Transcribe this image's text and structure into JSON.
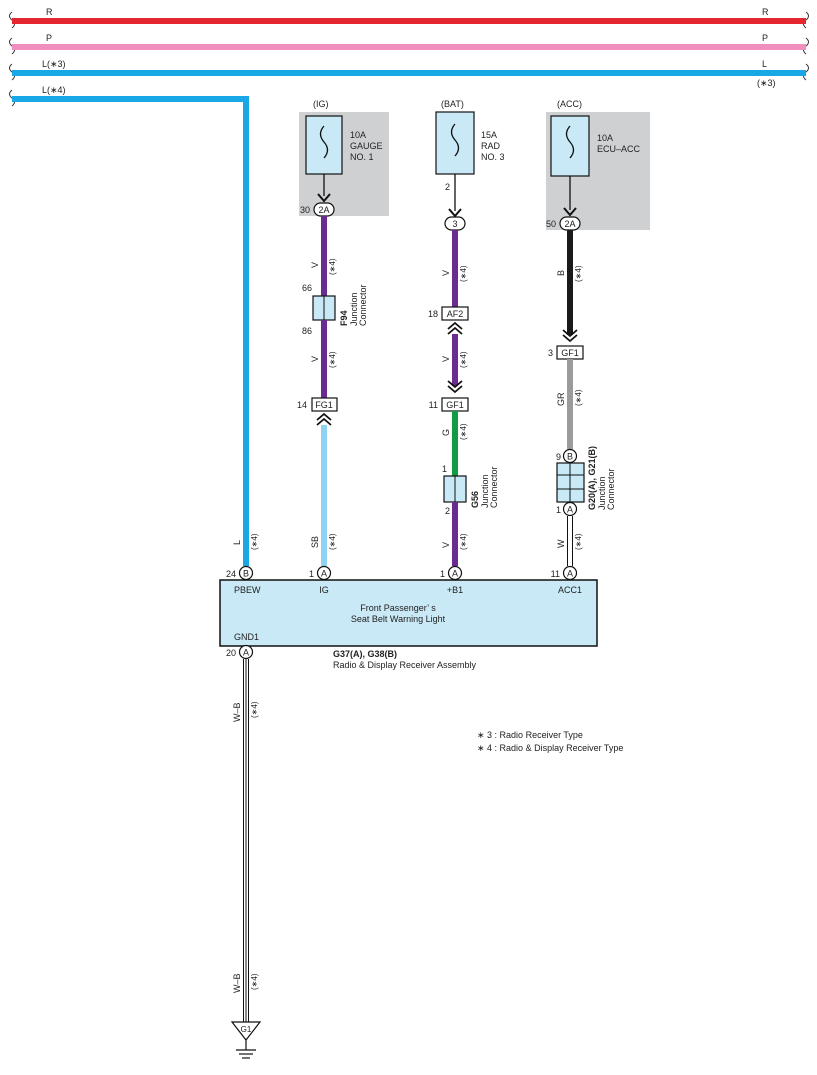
{
  "colors": {
    "red": "#e3262f",
    "pink": "#f08fbf",
    "blue": "#1aa7e6",
    "violet": "#6a2c8f",
    "sky_blue": "#8fd3f2",
    "green": "#119b45",
    "black": "#1a1a1a",
    "gray": "#9b9b9b",
    "white_wire": "#ffffff",
    "component_fill": "#c9e9f6",
    "fuse_bg": "#cfd0d2"
  },
  "bus": {
    "r_left": "R",
    "r_right": "R",
    "p_left": "P",
    "p_right": "P",
    "l3_left": "L(∗3)",
    "l3_right": "L",
    "l3_right_note": "(∗3)",
    "l4_left": "L(∗4)"
  },
  "fuses": {
    "ig": {
      "source": "(IG)",
      "amp": "10A",
      "name1": "GAUGE",
      "name2": "NO. 1",
      "pin": "30",
      "conn": "2A"
    },
    "bat": {
      "source": "(BAT)",
      "amp": "15A",
      "name1": "RAD",
      "name2": "NO. 3",
      "pin": "2",
      "conn": "3"
    },
    "acc": {
      "source": "(ACC)",
      "amp": "10A",
      "name1": "ECU–ACC",
      "pin": "50",
      "conn": "2A"
    }
  },
  "col_ig": {
    "wire1": "V",
    "note1": "(∗4)",
    "jc_pin_top": "66",
    "jc_pin_bot": "86",
    "jc_code": "F94",
    "jc_label1": "Junction",
    "jc_label2": "Connector",
    "wire2": "V",
    "note2": "(∗4)",
    "conn_pin": "14",
    "conn": "FG1",
    "wire3": "SB",
    "note3": "(∗4)"
  },
  "col_bat": {
    "wire1": "V",
    "note1": "(∗4)",
    "conn1_pin": "18",
    "conn1": "AF2",
    "wire2": "V",
    "note2": "(∗4)",
    "conn2_pin": "11",
    "conn2": "GF1",
    "wire3": "G",
    "note3": "(∗4)",
    "jc_pin_top": "1",
    "jc_pin_bot": "2",
    "jc_code": "G56",
    "jc_label1": "Junction",
    "jc_label2": "Connector",
    "wire4": "V",
    "note4": "(∗4)"
  },
  "col_acc": {
    "wire1": "B",
    "note1": "(∗4)",
    "conn_pin": "3",
    "conn": "GF1",
    "wire2": "GR",
    "note2": "(∗4)",
    "jc_pin_top": "9",
    "jc_pin_top_letter": "B",
    "jc_pin_bot": "1",
    "jc_pin_bot_letter": "A",
    "jc_code": "G20(A), G21(B)",
    "jc_label1": "Junction",
    "jc_label2": "Connector",
    "wire3": "W",
    "note3": "(∗4)"
  },
  "col_l": {
    "wire": "L",
    "note": "(∗4)"
  },
  "ecu": {
    "pbew_pin": "24",
    "pbew_letter": "B",
    "pbew_label": "PBEW",
    "ig_pin": "1",
    "ig_letter": "A",
    "ig_label": "IG",
    "b1_pin": "1",
    "b1_letter": "A",
    "b1_label": "+B1",
    "acc_pin": "11",
    "acc_letter": "A",
    "acc_label": "ACC1",
    "title1": "Front Passenger’ s",
    "title2": "Seat Belt Warning Light",
    "gnd_label": "GND1",
    "gnd_pin": "20",
    "gnd_letter": "A",
    "code": "G37(A), G38(B)",
    "name": "Radio & Display Receiver Assembly"
  },
  "ground_wire": {
    "code1": "W–B",
    "note1": "(∗4)",
    "code2": "W–B",
    "note2": "(∗4)",
    "ground": "G1"
  },
  "legend": {
    "l1": "∗ 3 : Radio Receiver Type",
    "l2": "∗ 4 : Radio & Display Receiver Type"
  }
}
